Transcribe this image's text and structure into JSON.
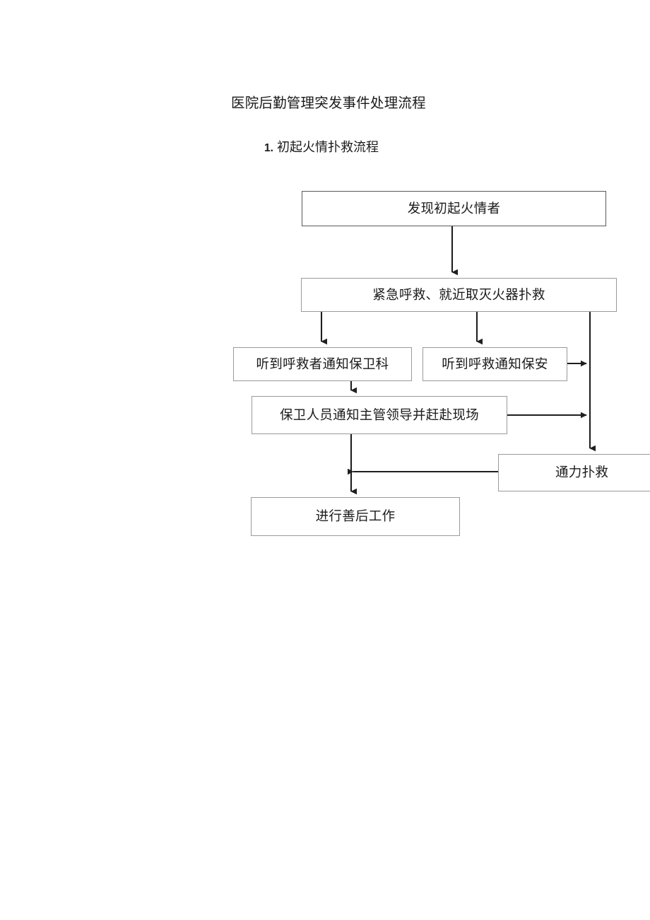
{
  "document": {
    "title": "医院后勤管理突发事件处理流程",
    "section": {
      "number": "1.",
      "text": " 初起火情扑救流程"
    }
  },
  "colors": {
    "page_background": "#ffffff",
    "text": "#1a1a1a",
    "node_border": "#9a9a9a",
    "node_border_dark": "#595959",
    "edge_stroke": "#1f1f1f"
  },
  "chart_data": {
    "type": "diagram",
    "title": "初起火情扑救流程",
    "orientation": "top-down",
    "nodes": [
      {
        "id": "discover",
        "label": "发现初起火情者"
      },
      {
        "id": "callhelp",
        "label": "紧急呼救、就近取灭火器扑救"
      },
      {
        "id": "notifysec",
        "label": "听到呼救者通知保卫科"
      },
      {
        "id": "notifyguard",
        "label": "听到呼救通知保安"
      },
      {
        "id": "leader",
        "label": "保卫人员通知主管领导并赶赴现场"
      },
      {
        "id": "joint",
        "label": "通力扑救"
      },
      {
        "id": "aftermath",
        "label": "进行善后工作"
      }
    ],
    "edges": [
      {
        "from": "discover",
        "to": "callhelp",
        "label": ""
      },
      {
        "from": "callhelp",
        "to": "notifysec",
        "label": ""
      },
      {
        "from": "callhelp",
        "to": "notifyguard",
        "label": ""
      },
      {
        "from": "callhelp",
        "to": "joint",
        "label": ""
      },
      {
        "from": "notifysec",
        "to": "leader",
        "label": ""
      },
      {
        "from": "notifyguard",
        "to": "joint",
        "label": ""
      },
      {
        "from": "leader",
        "to": "joint",
        "label": ""
      },
      {
        "from": "leader",
        "to": "aftermath",
        "label": ""
      },
      {
        "from": "joint",
        "to": "aftermath",
        "label": ""
      }
    ]
  }
}
